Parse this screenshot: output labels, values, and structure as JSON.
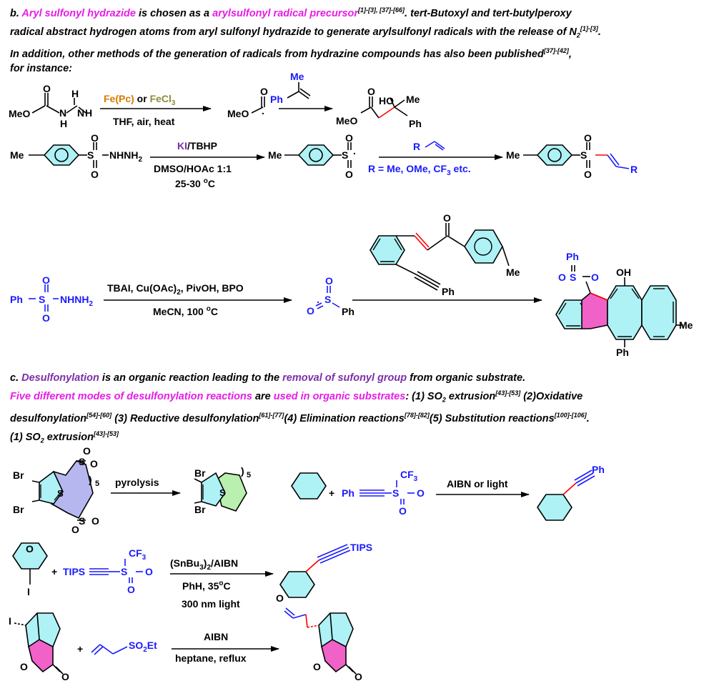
{
  "section_b": {
    "label": "b.",
    "t1": "Aryl sulfonyl hydrazide",
    "t2": " is chosen as a ",
    "t3": "arylsulfonyl radical precursor",
    "t4": "[1]-[3], [37]-[66]",
    "t5": ".  tert-Butoxyl and tert-butylperoxy",
    "line2a": "radical abstract hydrogen atoms from aryl sulfonyl hydrazide to generate arylsulfonyl radicals with the release of N",
    "line2b": "2",
    "line2c": "[1]-[3]",
    "line2d": ".",
    "line3a": "In addition, other methods of the generation of radicals from hydrazine compounds has also been published",
    "line3b": "[37]-[42]",
    "line3c": ",",
    "line4": "for instance:"
  },
  "section_c": {
    "label": "c.",
    "t1": "Desulfonylation",
    "t2": " is an organic reaction leading to the ",
    "t3": "removal of sufonyl group",
    "t4": " from organic substrate.",
    "l2a": "Five different modes of desulfonylation reactions",
    "l2b": " are ",
    "l2c": "used in organic substrates",
    "l2d": ": (1) SO",
    "l2e": "2",
    "l2f": " extrusion",
    "l2g": "[43]-[53]",
    "l2h": " (2)Oxidative",
    "l3a": "desulfonylation",
    "l3b": "[54]-[60]",
    "l3c": " (3) Reductive desulfonylation",
    "l3d": "[61]-[77]",
    "l3e": "(4) Elimination reactions",
    "l3f": "[78]-[82]",
    "l3g": "(5) Substitution reactions",
    "l3h": "[100]-[106]",
    "l3i": ".",
    "l4a": "(1) SO",
    "l4b": "2",
    "l4c": " extrusion",
    "l4d": "[43]-[53]"
  },
  "scheme1": {
    "reagent_a": "Fe(Pc)",
    "reagent_or": " or ",
    "reagent_b": "FeCl",
    "reagent_b_sub": "3",
    "conditions": "THF, air, heat",
    "start_label": "MeO",
    "radical_label": "MeO",
    "alkene_me": "Me",
    "alkene_ph": "Ph",
    "prod_meo": "MeO",
    "prod_ho": "HO",
    "prod_me": "Me",
    "prod_ph": "Ph"
  },
  "scheme2": {
    "reagent_ki": "KI",
    "reagent_rest": "/TBHP",
    "cond1": "DMSO/HOAc 1:1",
    "cond2": "25-30 ",
    "cond2_sup": "o",
    "cond2_end": "C",
    "start_me": "Me",
    "start_nhnh": "NHNH",
    "start_sub": "2",
    "rad_me": "Me",
    "alkene_r": "R",
    "r_def": "R = Me, OMe, CF",
    "r_def_sub": "3",
    "r_def_end": " etc.",
    "prod_me": "Me",
    "prod_r": "R"
  },
  "scheme3": {
    "start": "Ph",
    "start_nhnh": "NHNH",
    "start_sub": "2",
    "reagents": "TBAI, Cu(OAc)",
    "reagents_sub": "2",
    "reagents_end": ", PivOH, BPO",
    "conditions": "MeCN, 100 ",
    "cond_sup": "o",
    "cond_end": "C",
    "radical_ph": "Ph",
    "enone_me": "Me",
    "enone_ph": "Ph",
    "prod_ph1": "Ph",
    "prod_oh": "OH",
    "prod_me": "Me",
    "prod_ph2": "Ph"
  },
  "scheme4": {
    "br1": "Br",
    "br2": "Br",
    "s": "S",
    "n": "5",
    "conditions": "pyrolysis",
    "p_br1": "Br",
    "p_br2": "Br",
    "p_s": "S",
    "p_n": "5"
  },
  "scheme5": {
    "plus": "+",
    "ph": "Ph",
    "cf3": "CF",
    "cf3_sub": "3",
    "conditions": "AIBN or light",
    "prod_ph": "Ph"
  },
  "scheme6": {
    "plus": "+",
    "tips": "TIPS",
    "cf3": "CF",
    "cf3_sub": "3",
    "cond1": "(SnBu",
    "cond1_sub": "3",
    "cond1_end": ")",
    "cond1_sub2": "2",
    "cond1_tail": "/AIBN",
    "cond2": "PhH, 35",
    "cond2_sup": "o",
    "cond2_end": "C",
    "cond3": "300 nm light",
    "prod_tips": "TIPS"
  },
  "scheme7": {
    "plus": "+",
    "so2et": "SO",
    "so2et_sub": "2",
    "so2et_end": "Et",
    "cond1": "AIBN",
    "cond2": "heptane, reflux"
  },
  "colors": {
    "magenta": "#e61ee6",
    "purple": "#7b2fa8",
    "blue": "#1a1aff",
    "olive": "#8c8c3c",
    "orange": "#d97a00",
    "ring_cyan": "#aef2f5",
    "ring_pink": "#f062c8",
    "ring_blue": "#b7b7f0",
    "ring_green": "#b9f0b0",
    "red_bond": "#ff0000"
  }
}
